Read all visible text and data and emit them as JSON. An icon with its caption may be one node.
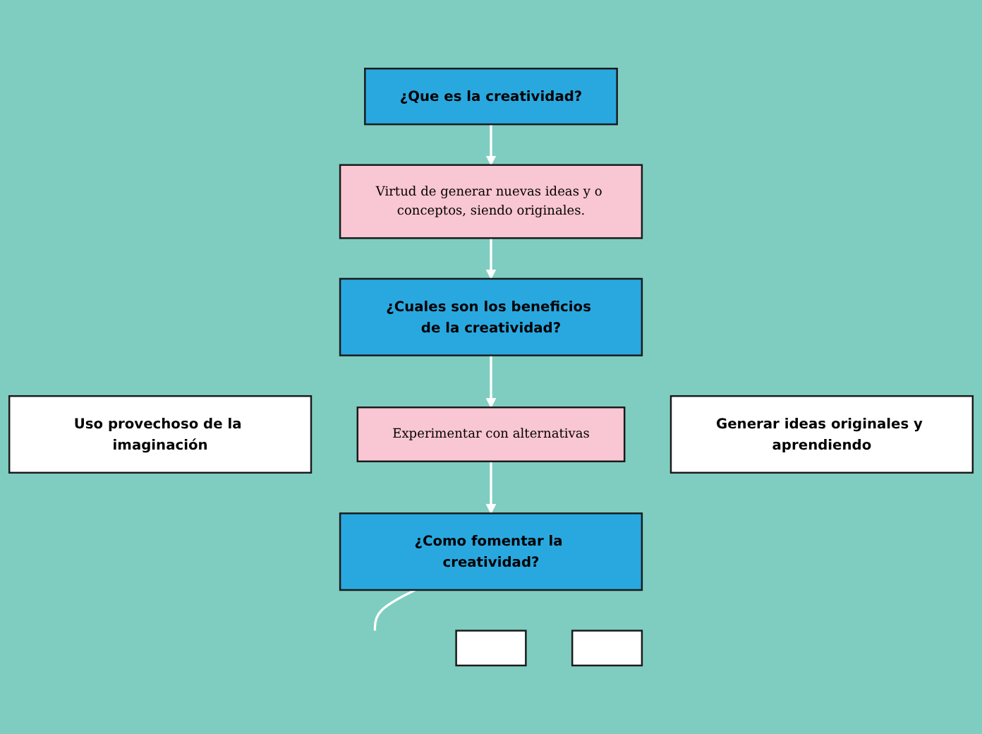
{
  "diagram": {
    "nodes": [
      {
        "text": [
          "¿Que es la creatividad?"
        ]
      },
      {
        "text": [
          "Virtud de generar nuevas ideas y o conceptos, siendo originales."
        ]
      },
      {
        "text": [
          "¿Cuales son los beneficios de la creatividad?"
        ]
      },
      {
        "text": [
          "Uso provechoso de la imaginación"
        ]
      },
      {
        "text": [
          "Experimentar con alternativas"
        ]
      },
      {
        "text": [
          "Generar ideas originales y aprendiendo"
        ]
      },
      {
        "text": [
          "¿Como fomentar la creatividad?"
        ]
      },
      {
        "text": [],
        "shape": "box"
      },
      {
        "text": [],
        "shape": "box"
      }
    ],
    "edges": [
      {
        "from": 0,
        "to": 1,
        "arrow": "to"
      },
      {
        "from": 1,
        "to": 2,
        "arrow": "to"
      },
      {
        "from": 2,
        "to": 4,
        "arrow": "to"
      },
      {
        "from": 4,
        "to": 6,
        "arrow": "to"
      },
      {
        "from": 6,
        "to": null,
        "arrow": "none"
      }
    ]
  }
}
